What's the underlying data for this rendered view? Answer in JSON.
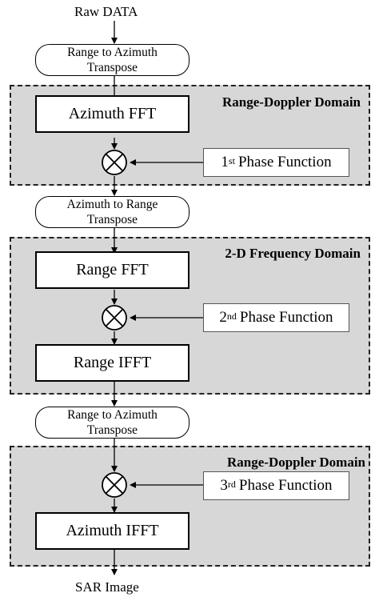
{
  "io": {
    "input_label": "Raw DATA",
    "output_label": "SAR Image"
  },
  "transposes": [
    {
      "line1": "Range to Azimuth",
      "line2": "Transpose"
    },
    {
      "line1": "Azimuth to Range",
      "line2": "Transpose"
    },
    {
      "line1": "Range to Azimuth",
      "line2": "Transpose"
    }
  ],
  "domains": [
    {
      "label": "Range-Doppler Domain"
    },
    {
      "label": "2-D Frequency Domain"
    },
    {
      "label": "Range-Doppler Domain"
    }
  ],
  "blocks": {
    "azimuth_fft": "Azimuth FFT",
    "range_fft": "Range FFT",
    "range_ifft": "Range IFFT",
    "azimuth_ifft": "Azimuth IFFT"
  },
  "phase_functions": [
    {
      "num": "1",
      "sup": "st",
      "text": "Phase Function"
    },
    {
      "num": "2",
      "sup": "nd",
      "text": "Phase Function"
    },
    {
      "num": "3",
      "sup": "rd",
      "text": "Phase Function"
    }
  ],
  "colors": {
    "domain_fill": "#d7d7d7",
    "stroke": "#000000"
  },
  "icons": [
    "multiplier-icon",
    "arrow-down-icon",
    "arrow-left-icon"
  ]
}
